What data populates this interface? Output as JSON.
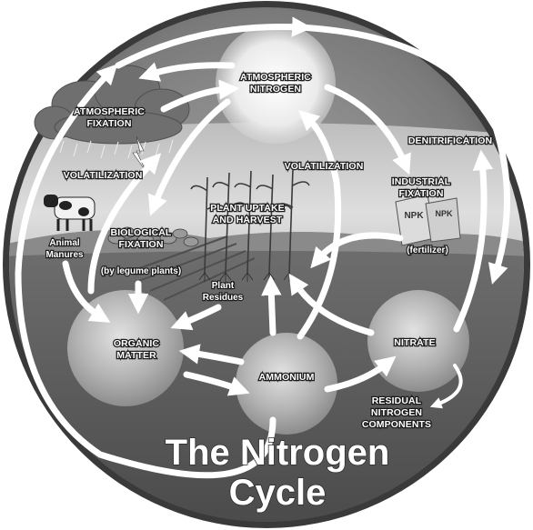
{
  "diagram": {
    "title_line1": "The Nitrogen",
    "title_line2": "Cycle",
    "nodes": {
      "atmospheric_nitrogen": [
        "ATMOSPHERIC",
        "NITROGEN"
      ],
      "organic_matter": [
        "ORGANIC",
        "MATTER"
      ],
      "ammonium": "AMMONIUM",
      "nitrate": "NITRATE"
    },
    "labels": {
      "atmospheric_fixation": [
        "ATMOSPHERIC",
        "FIXATION"
      ],
      "denitrification": "DENITRIFICATION",
      "volatilization_left": "VOLATILIZATION",
      "volatilization_center": "VOLATILIZATION",
      "industrial_fixation": [
        "INDUSTRIAL",
        "FIXATION"
      ],
      "fertilizer": "(fertilizer)",
      "plant_uptake": [
        "PLANT UPTAKE",
        "AND HARVEST"
      ],
      "biological_fixation": [
        "BIOLOGICAL",
        "FIXATION"
      ],
      "legume_plants": "(by legume plants)",
      "animal_manures": [
        "Animal",
        "Manures"
      ],
      "plant_residues": [
        "Plant",
        "Residues"
      ],
      "residual_nitrogen": [
        "RESIDUAL",
        "NITROGEN",
        "COMPONENTS"
      ],
      "npk_bag": "NPK"
    },
    "colors": {
      "ring": "#7e7e7e",
      "sky": "#d0d0d0",
      "ground": "#5a5a5a",
      "sphere": "#b8b8b8",
      "arrows": "#ffffff"
    }
  }
}
